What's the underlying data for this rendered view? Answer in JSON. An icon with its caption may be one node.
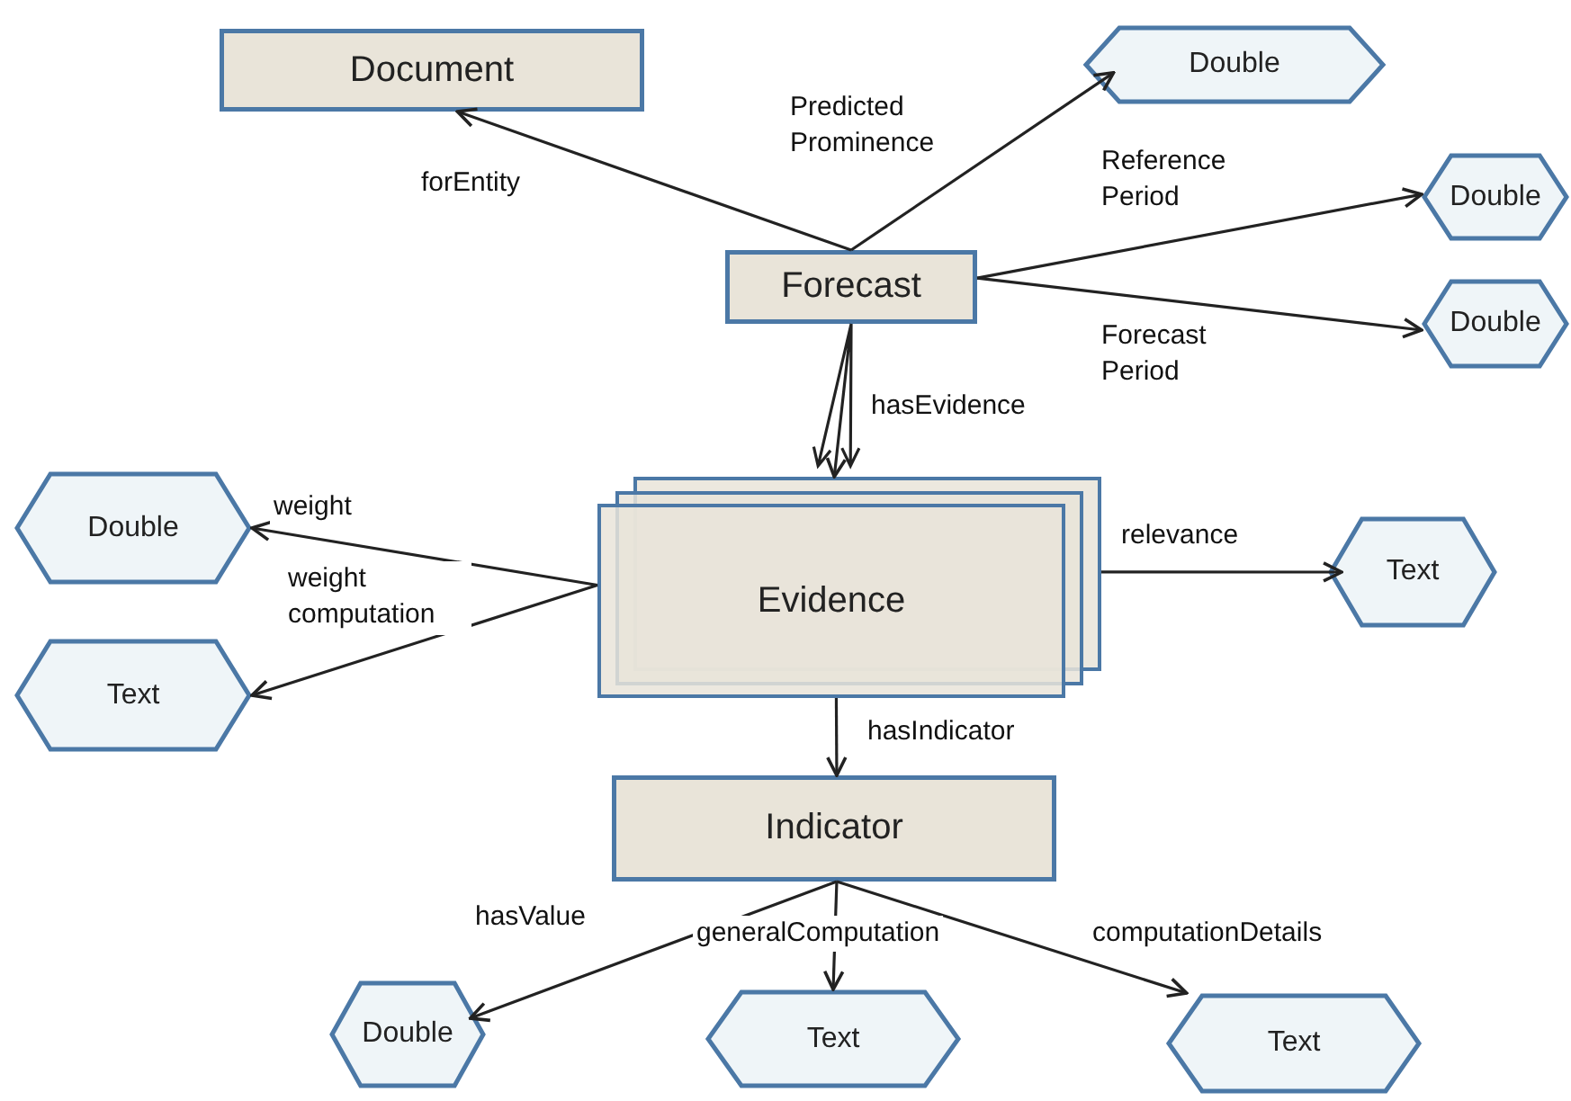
{
  "diagram": {
    "nodes": [
      {
        "text": [
          "Document"
        ]
      },
      {
        "text": [
          "Forecast"
        ]
      },
      {
        "text": [
          "Double"
        ]
      },
      {
        "text": [
          "Double"
        ]
      },
      {
        "text": [
          "Double"
        ]
      },
      {
        "text": [
          "Evidence"
        ]
      },
      {
        "text": [
          "Double"
        ]
      },
      {
        "text": [
          "Text"
        ]
      },
      {
        "text": [
          "Text"
        ]
      },
      {
        "text": [
          "Indicator"
        ]
      },
      {
        "text": [
          "Double"
        ]
      },
      {
        "text": [
          "Text"
        ]
      },
      {
        "text": [
          "Text"
        ]
      }
    ],
    "edges": [
      {
        "from": 1,
        "to": 0,
        "arrow": "to",
        "label": "forEntity"
      },
      {
        "from": 1,
        "to": 2,
        "arrow": "to",
        "label": "Predicted Prominence"
      },
      {
        "from": 1,
        "to": 3,
        "arrow": "to",
        "label": "Reference Period"
      },
      {
        "from": 1,
        "to": 4,
        "arrow": "to",
        "label": "Forecast Period"
      },
      {
        "from": 1,
        "to": 5,
        "arrow": "to",
        "label": "hasEvidence"
      },
      {
        "from": 5,
        "to": 6,
        "arrow": "to",
        "label": "weight"
      },
      {
        "from": 5,
        "to": 7,
        "arrow": "to",
        "label": "weight computation"
      },
      {
        "from": 5,
        "to": 8,
        "arrow": "to",
        "label": "relevance"
      },
      {
        "from": 5,
        "to": 9,
        "arrow": "to",
        "label": "hasIndicator"
      },
      {
        "from": 9,
        "to": 10,
        "arrow": "to",
        "label": "hasValue"
      },
      {
        "from": 9,
        "to": 11,
        "arrow": "to",
        "label": "generalComputation"
      },
      {
        "from": 9,
        "to": 12,
        "arrow": "to",
        "label": "computationDetails"
      }
    ]
  }
}
